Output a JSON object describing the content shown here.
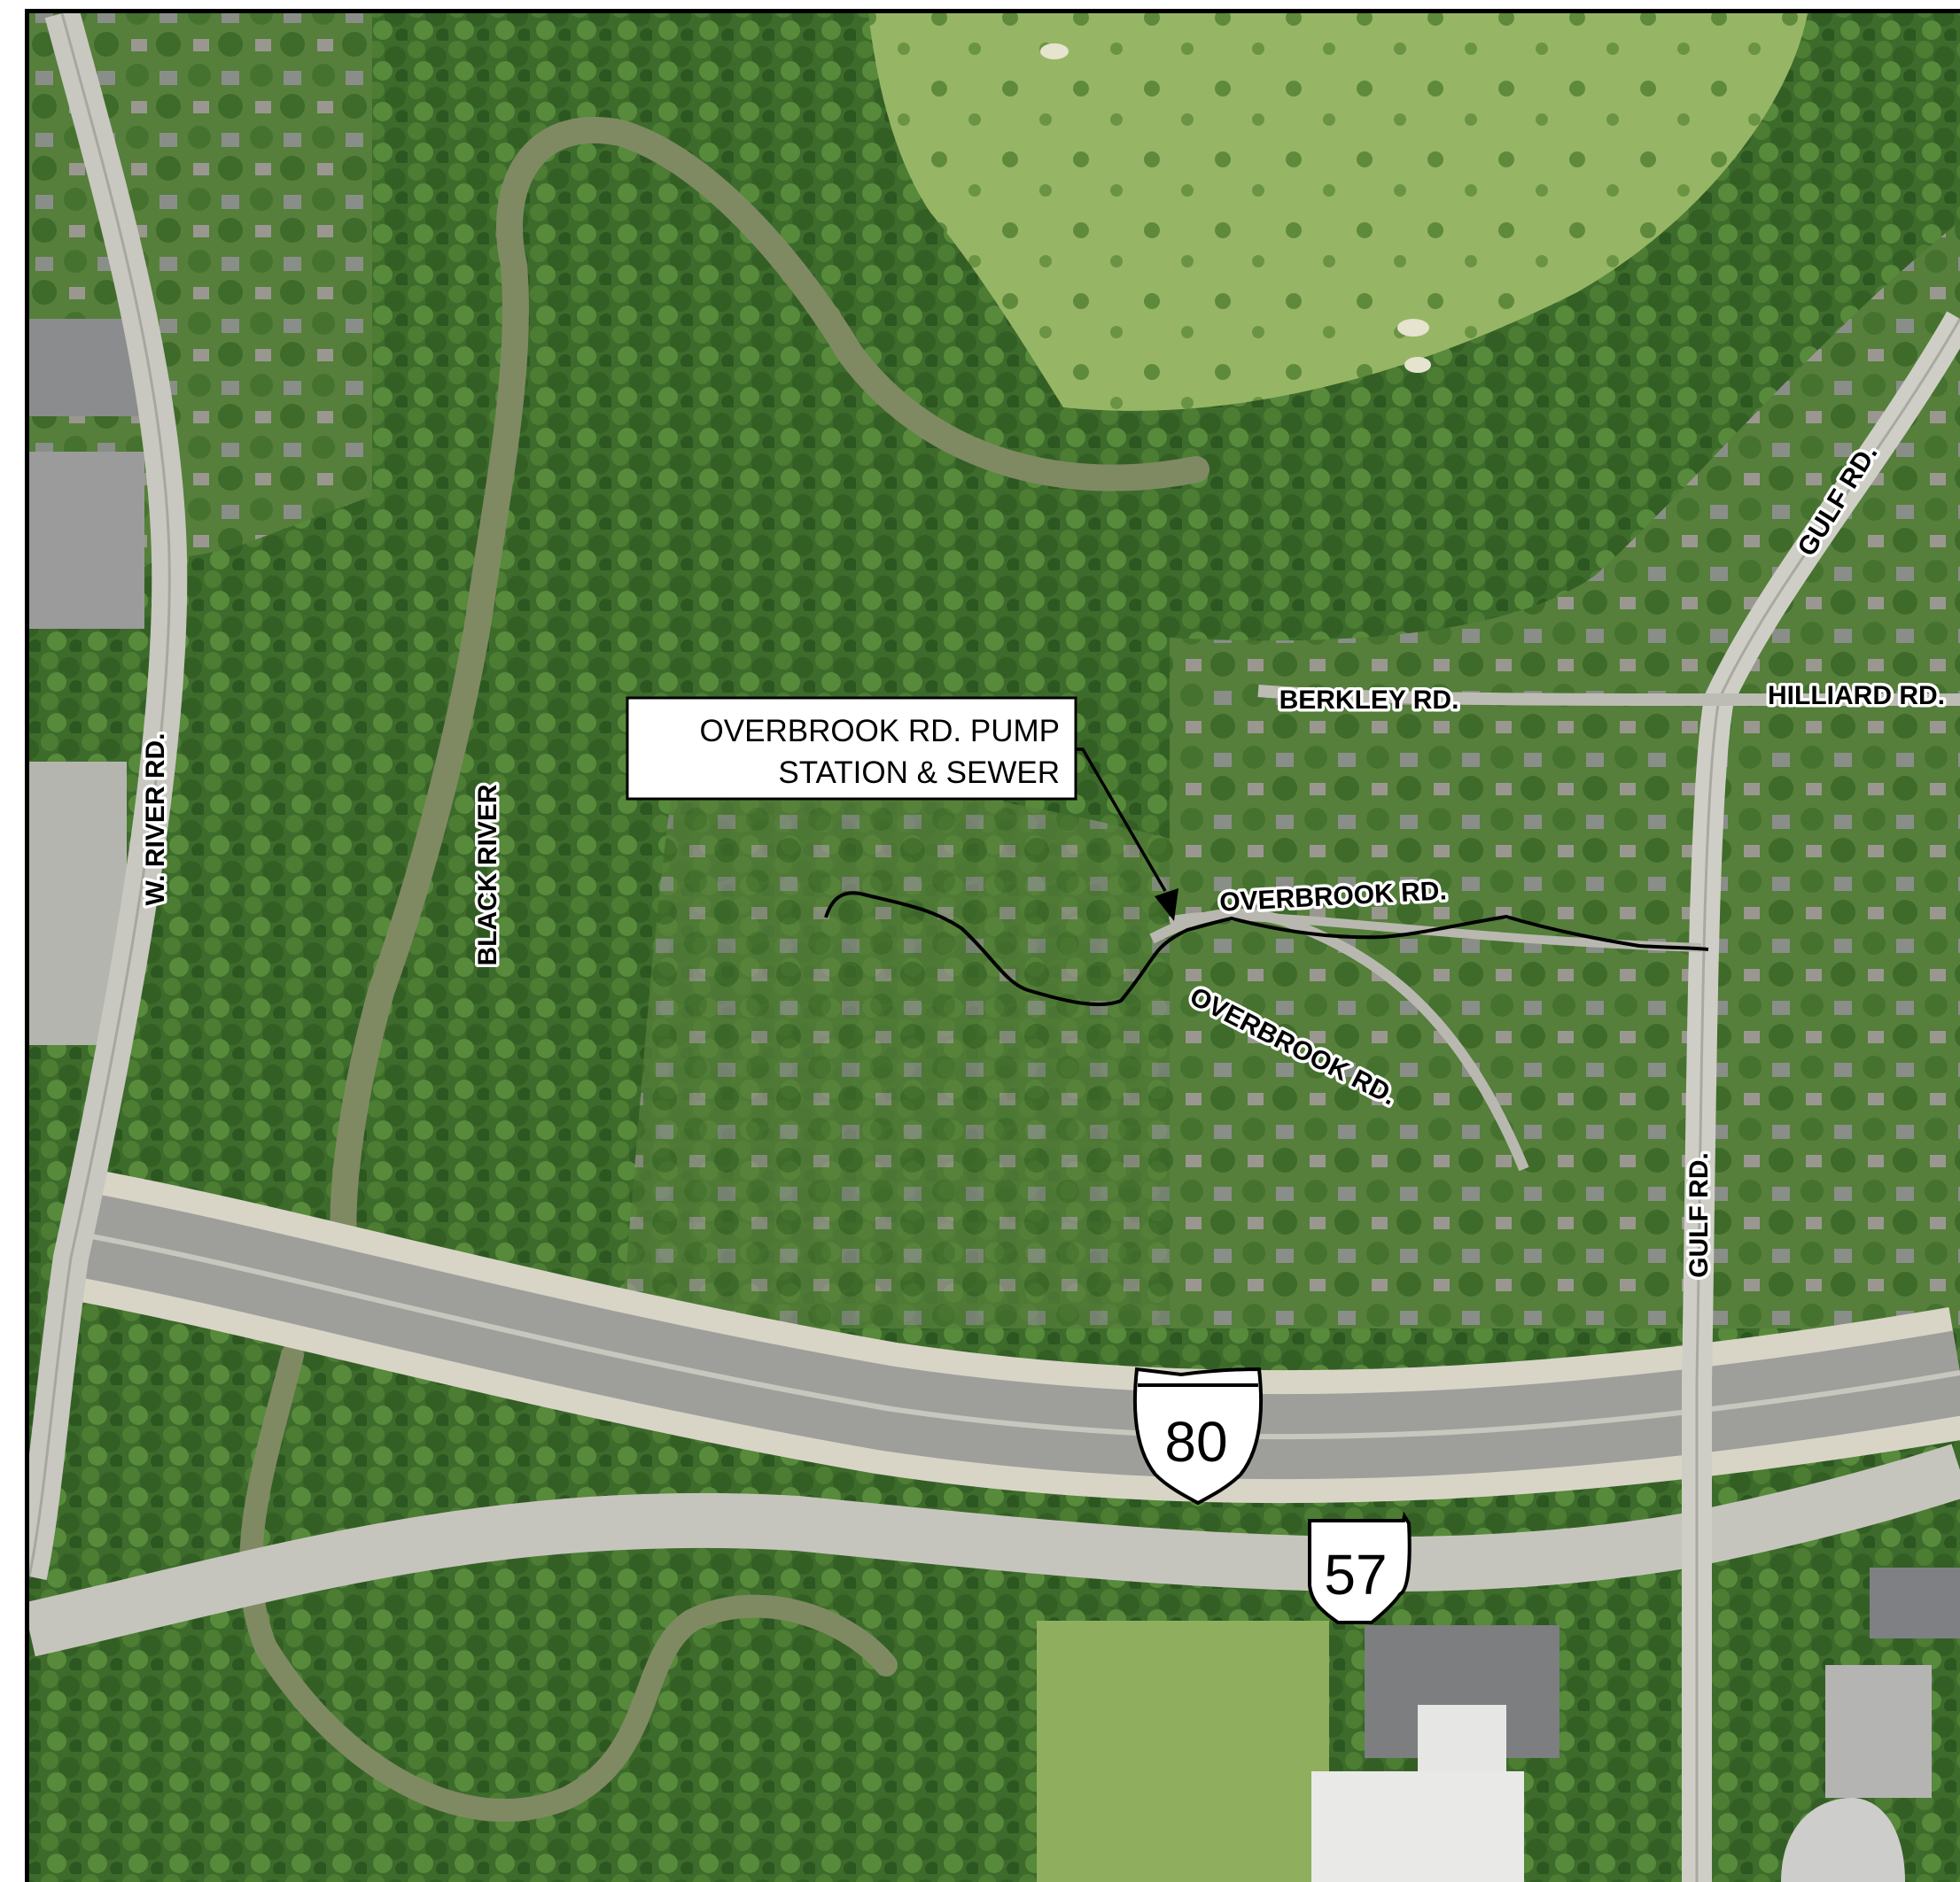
{
  "map": {
    "callout": {
      "line1": "OVERBROOK RD. PUMP",
      "line2": "STATION & SEWER"
    },
    "road_labels": {
      "gulf_rd_north": "GULF RD.",
      "gulf_rd_south": "GULF RD.",
      "berkley_rd": "BERKLEY RD.",
      "hilliard_rd": "HILLIARD RD.",
      "overbrook_rd_north": "OVERBROOK RD.",
      "overbrook_rd_south": "OVERBROOK RD.",
      "w_river_rd": "W. RIVER RD.",
      "black_river": "BLACK RIVER"
    },
    "shields": {
      "interstate": "80",
      "state_route": "57"
    },
    "colors": {
      "forest": "#3f6e2c",
      "forest_dark": "#2b5520",
      "golf": "#98b866",
      "river": "#7e8860",
      "highway": "#a9aaa3",
      "pavement": "#c9c8c0",
      "sewer_line": "#000000"
    }
  }
}
